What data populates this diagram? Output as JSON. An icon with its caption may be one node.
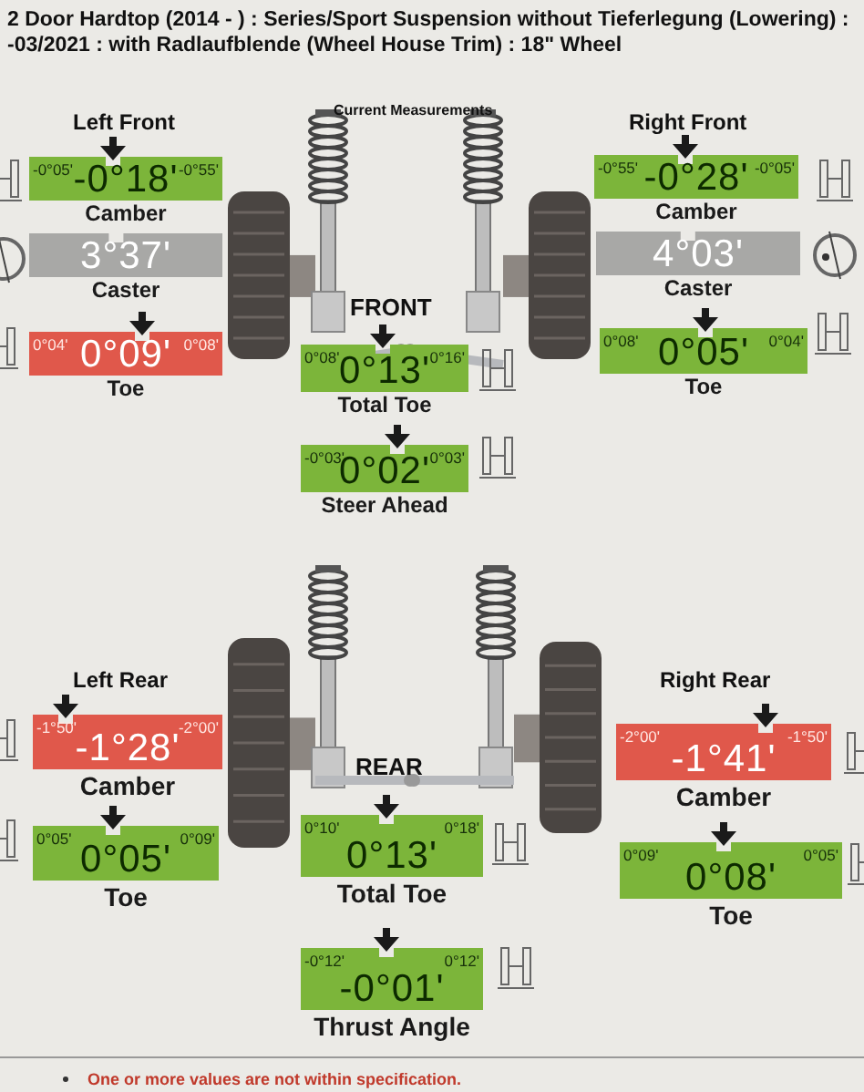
{
  "diagram": {
    "title": "2 Door Hardtop (2014 -     ) : Series/Sport Suspension without Tieferlegung (Lowering) : -03/2021 : with Radlaufblende (Wheel House Trim) : 18\" Wheel",
    "nodes": [
      {
        "text": [
          "-0°05'",
          "-0°18'",
          "-0°55'"
        ],
        "beside": [
          "Camber"
        ]
      },
      {
        "text": [
          "-0°55'",
          "-0°28'",
          "-0°05'"
        ],
        "beside": [
          "Camber"
        ]
      },
      {
        "text": [
          "3°37'"
        ],
        "beside": [
          "Caster"
        ]
      },
      {
        "text": [
          "4°03'"
        ],
        "beside": [
          "Caster"
        ]
      },
      {
        "text": [
          "0°04'",
          "0°09'",
          "0°08'"
        ],
        "beside": [
          "Toe"
        ]
      },
      {
        "text": [
          "0°08'",
          "0°05'",
          "0°04'"
        ],
        "beside": [
          "Toe"
        ]
      },
      {
        "text": [
          "0°08'",
          "0°13'",
          "0°16'"
        ],
        "beside": [
          "Total Toe"
        ]
      },
      {
        "text": [
          "-0°03'",
          "0°02'",
          "0°03'"
        ],
        "beside": [
          "Steer Ahead"
        ]
      },
      {
        "text": [
          "-1°50'",
          "-1°28'",
          "-2°00'"
        ],
        "beside": [
          "Camber"
        ]
      },
      {
        "text": [
          "-2°00'",
          "-1°41'",
          "-1°50'"
        ],
        "beside": [
          "Camber"
        ]
      },
      {
        "text": [
          "0°05'",
          "0°05'",
          "0°09'"
        ],
        "beside": [
          "Toe"
        ]
      },
      {
        "text": [
          "0°09'",
          "0°08'",
          "0°05'"
        ],
        "beside": [
          "Toe"
        ]
      },
      {
        "text": [
          "0°10'",
          "0°13'",
          "0°18'"
        ],
        "beside": [
          "Total Toe"
        ]
      },
      {
        "text": [
          "-0°12'",
          "-0°01'",
          "0°12'"
        ],
        "beside": [
          "Thrust Angle"
        ]
      }
    ],
    "labels": [
      "Current Measurements",
      "Left Front",
      "Right Front",
      "FRONT",
      "Left Rear",
      "Right Rear",
      "REAR",
      "One or more values are not within specification."
    ]
  }
}
